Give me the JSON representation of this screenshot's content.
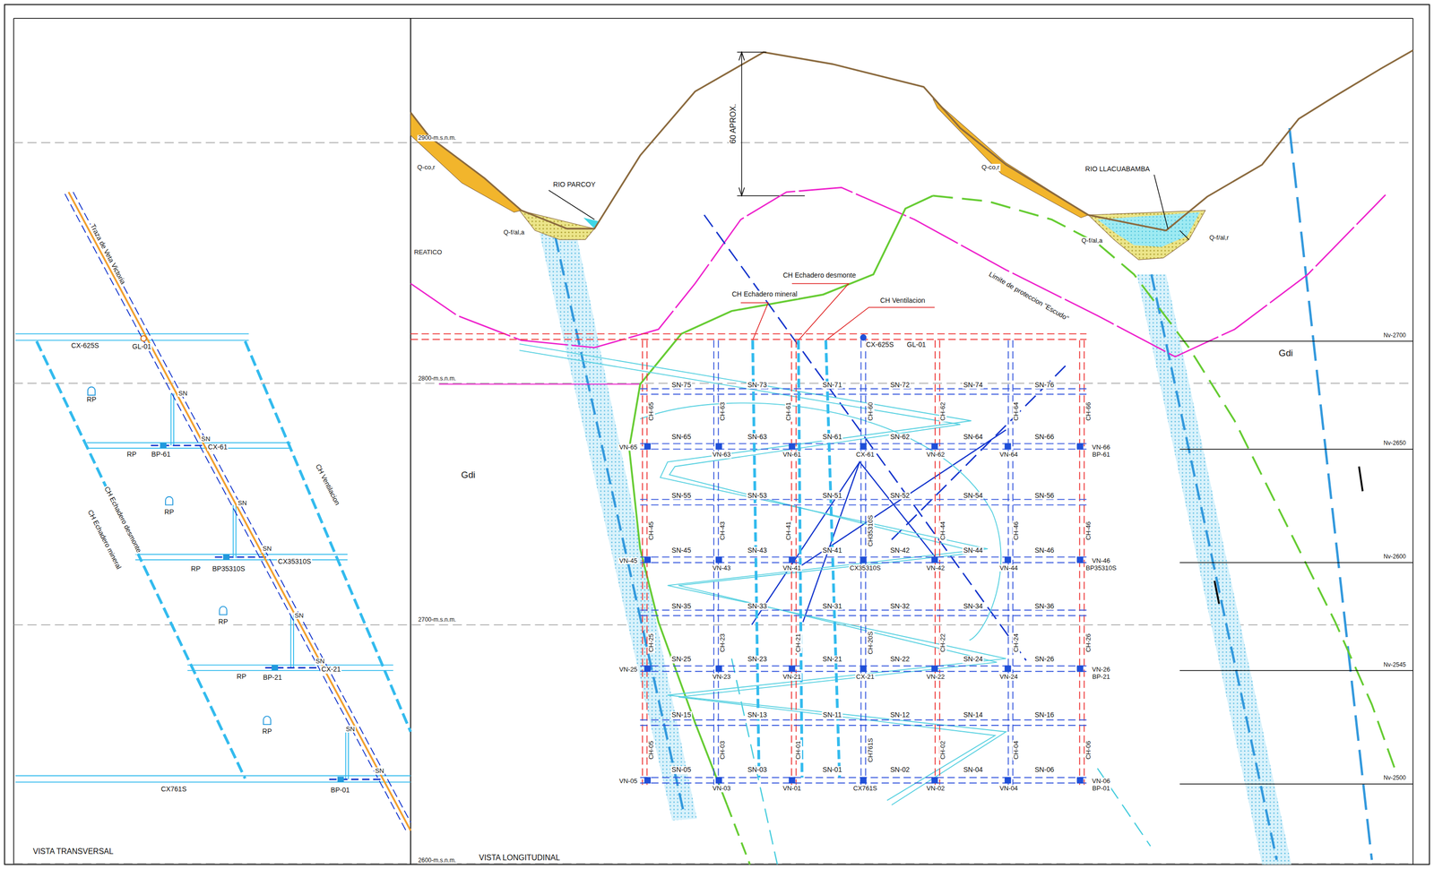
{
  "diagram": {
    "labels": [
      "Traza de Veta Victoria",
      "CX-625S",
      "GL-01",
      "RP",
      "SN",
      "SN",
      "RP",
      "BP-61",
      "CX-61",
      "RP",
      "SN",
      "SN",
      "RP",
      "BP35310S",
      "CX35310S",
      "RP",
      "SN",
      "SN",
      "RP",
      "BP-21",
      "CX-21",
      "RP",
      "SN",
      "SN",
      "CX761S",
      "BP-01",
      "CH Echadero desmonte",
      "CH Echadero mineral",
      "CH Ventilacion",
      "VISTA TRANSVERSAL",
      "2900-m.s.n.m.",
      "2800-m.s.n.m.",
      "2700-m.s.n.m.",
      "2600-m.s.n.m.",
      "VISTA LONGITUDINAL",
      "Q-co,r",
      "Q-f/al,a",
      "RIO PARCOY",
      "REATICO",
      "60 APROX.",
      "Q-co,r",
      "RIO LLACUABAMBA",
      "Q-f/al,a",
      "Q-f/al,r",
      "Limite de proteccion \"Escudo\"",
      "CH Echadero desmonte",
      "CH Echadero mineral",
      "CH Ventilacion",
      "Gdi",
      "Gdi",
      "Nv-2700",
      "Nv-2650",
      "Nv-2600",
      "Nv-2545",
      "Nv-2500",
      "CX-625S",
      "GL-01",
      "SN-75",
      "SN-73",
      "SN-71",
      "SN-72",
      "SN-74",
      "SN-76",
      "SN-65",
      "SN-63",
      "SN-61",
      "SN-62",
      "SN-64",
      "SN-66",
      "SN-55",
      "SN-53",
      "SN-51",
      "SN-52",
      "SN-54",
      "SN-56",
      "SN-45",
      "SN-43",
      "SN-41",
      "SN-42",
      "SN-44",
      "SN-46",
      "SN-35",
      "SN-33",
      "SN-31",
      "SN-32",
      "SN-34",
      "SN-36",
      "SN-25",
      "SN-23",
      "SN-21",
      "SN-22",
      "SN-24",
      "SN-26",
      "SN-15",
      "SN-13",
      "SN-11",
      "SN-12",
      "SN-14",
      "SN-16",
      "SN-05",
      "SN-03",
      "SN-01",
      "SN-02",
      "SN-04",
      "SN-06",
      "CH-65",
      "CH-63",
      "CH-61",
      "CH-60",
      "CH-62",
      "CH-64",
      "CH-66",
      "CH-45",
      "CH-43",
      "CH-41",
      "CH35310S",
      "CH-44",
      "CH-46",
      "CH-46",
      "CH-25",
      "CH-23",
      "CH-21",
      "CH-20S",
      "CH-22",
      "CH-24",
      "CH-26",
      "CH-05",
      "CH-03",
      "CH-01",
      "CH761S",
      "CH-02",
      "CH-04",
      "CH-06",
      "VN-65",
      "VN-63",
      "VN-61",
      "CX-61",
      "VN-62",
      "VN-64",
      "VN-66",
      "BP-61",
      "VN-45",
      "VN-43",
      "VN-41",
      "CX35310S",
      "VN-42",
      "VN-44",
      "VN-46",
      "BP35310S",
      "VN-25",
      "VN-23",
      "VN-21",
      "CX-21",
      "VN-22",
      "VN-24",
      "VN-26",
      "BP-21",
      "VN-05",
      "VN-03",
      "VN-01",
      "CX761S",
      "VN-02",
      "VN-04",
      "VN-06",
      "BP-01"
    ]
  }
}
